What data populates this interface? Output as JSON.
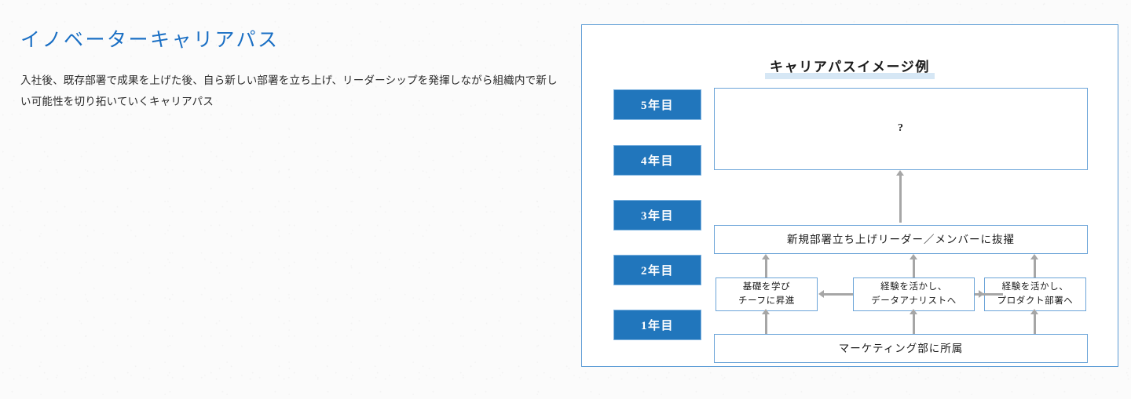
{
  "page": {
    "title": "イノベーターキャリアパス",
    "description": "入社後、既存部署で成果を上げた後、自ら新しい部署を立ち上げ、リーダーシップを発揮しながら組織内で新しい可能性を切り拓いていくキャリアパス",
    "title_color": "#1a6fc4",
    "background_color": "#fbfbfb"
  },
  "diagram": {
    "title": "キャリアパスイメージ例",
    "title_highlight_color": "#d6e7f5",
    "frame_border_color": "#5b9bd5",
    "chip_color": "#2176bc",
    "box_border_color": "#6ba4d8",
    "arrow_color": "#a6a6a6",
    "year_labels": [
      {
        "id": "year5",
        "label": "5年目"
      },
      {
        "id": "year4",
        "label": "4年目"
      },
      {
        "id": "year3",
        "label": "3年目"
      },
      {
        "id": "year2",
        "label": "2年目"
      },
      {
        "id": "year1",
        "label": "1年目"
      }
    ],
    "boxes": {
      "future": {
        "text": "?"
      },
      "year3": {
        "text": "新規部署立ち上げリーダー／メンバーに抜擢"
      },
      "year2_left": {
        "line1": "基礎を学び",
        "line2": "チーフに昇進"
      },
      "year2_mid": {
        "line1": "経験を活かし、",
        "line2": "データアナリストへ"
      },
      "year2_right": {
        "line1": "経験を活かし、",
        "line2": "プロダクト部署へ"
      },
      "year1": {
        "text": "マーケティング部に所属"
      }
    }
  }
}
